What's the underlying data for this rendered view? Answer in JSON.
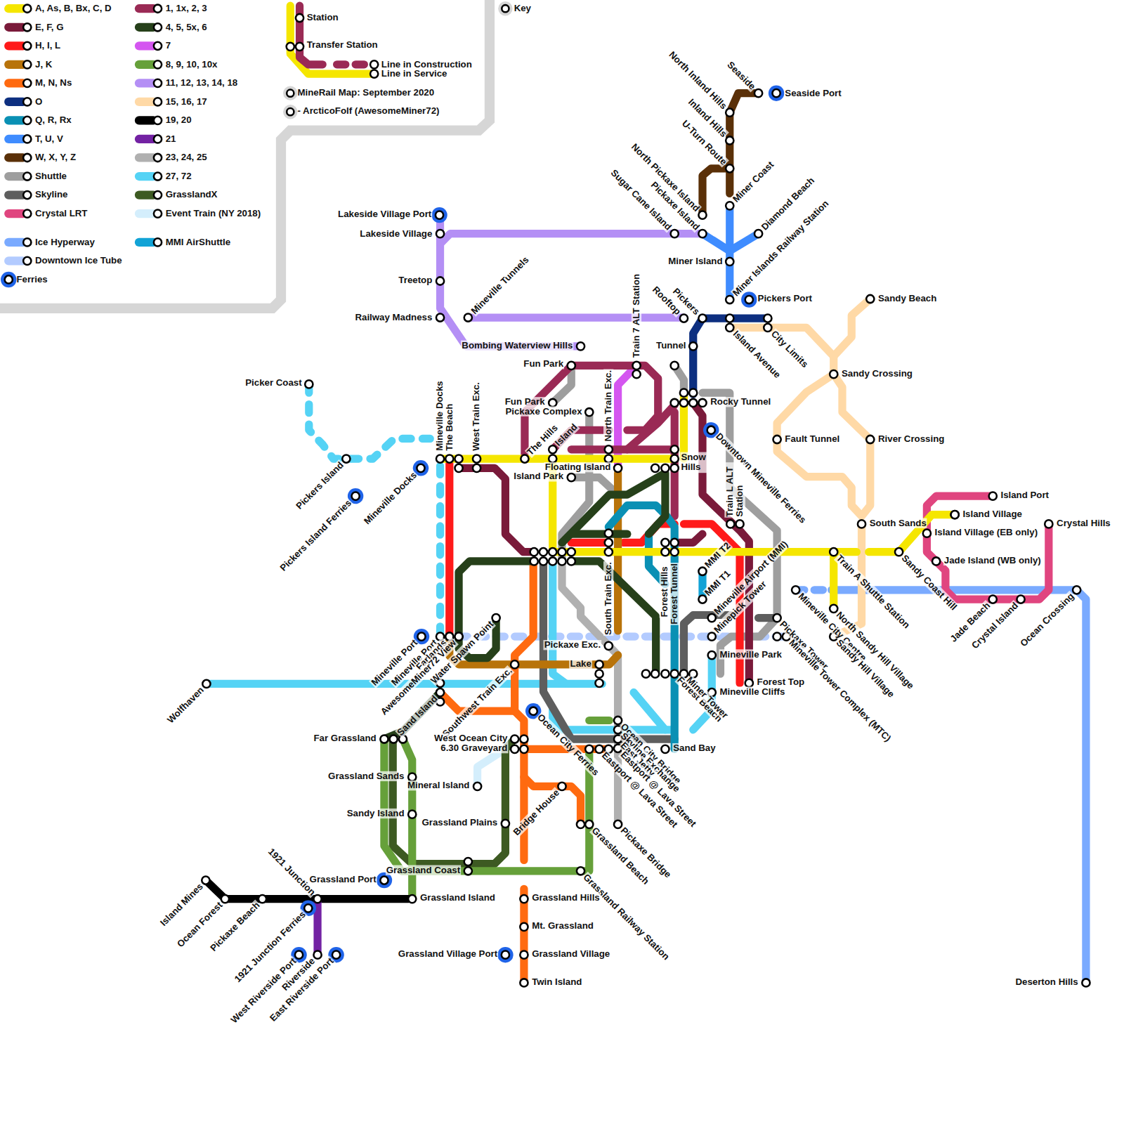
{
  "diagram": {
    "labels": [
      "Key",
      "Seaside",
      "North Inland Hills",
      "Seaside Port",
      "Inland Hills",
      "U-Turn Route",
      "Miner Coast",
      "North Pickaxe Island",
      "Lakeside Village Port",
      "Sugar Cane Island",
      "Pickaxe Island",
      "Diamond Beach",
      "Lakeside Village",
      "Miner Island",
      "Treetop",
      "Miner Islands Railway Station",
      "Pickers Port",
      "Sandy Beach",
      "Train 7 ALT Station",
      "Rooftop",
      "Pickers",
      "Railway Madness",
      "Mineville Tunnels",
      "Island Avenue",
      "City Limits",
      "Tunnel",
      "Bombing Waterview Hills",
      "Fun Park",
      "Sandy Crossing",
      "Picker Coast",
      "Fun Park",
      "Rocky Tunnel",
      "Pickaxe Complex",
      "Mineville Docks",
      "The Beach",
      "West Train Exc.",
      "The Hills",
      "Island",
      "North Train Exc.",
      "Downtown Mineville Ferries",
      "Fault Tunnel",
      "River Crossing",
      "Pickers Island",
      "Snow Hills",
      "Mineville Docks",
      "Floating Island",
      "Island Park",
      "Island Port",
      "Pickers Island Ferries",
      "Island Village",
      "Train L ALT Station",
      "South Sands",
      "Crystal Hills",
      "Island Village (EB only)",
      "Forest Hills",
      "Forest Tunnel",
      "South Train Exc.",
      "MMI T2",
      "Train A Shuttle Station",
      "Sandy Coast Hill",
      "Jade Island (WB only)",
      "MMI T1",
      "Crystal Island",
      "Jade Beach",
      "Ocean Crossing",
      "Mineville City Centre",
      "Mineville Airport (MMI)",
      "North Sandy Hill Village",
      "Water Spawn Point",
      "Pickaxe Tower",
      "Minepick Tower",
      "Mineville Port",
      "Mineville Port",
      "Farlands",
      "AwesomeMiner72 View",
      "Sandy Hill Village",
      "Mineville Tower Complex (MTC)",
      "Pickaxe Exc.",
      "Mineville Park",
      "Lake",
      "Southwest Train Exc.",
      "Forest Beach",
      "Miner Tower",
      "Forest Top",
      "Wolfhaven",
      "Mineville Cliffs",
      "Sand Island",
      "Ocean City Ferries",
      "Ocean City Bridge",
      "Skyline Exchange",
      "Far Grassland",
      "West Ocean City",
      "East Jetty",
      "6.30 Graveyard",
      "Eastport @ Lava Street",
      "Eastport @ Lava Street",
      "Sand Bay",
      "Grassland Sands",
      "Mineral Island",
      "Bridge House",
      "Sandy Island",
      "Grassland Plains",
      "Grassland Beach",
      "Pickaxe Bridge",
      "Grassland Coast",
      "Grassland Railway Station",
      "Grassland Port",
      "Island Mines",
      "1921 Junction",
      "Grassland Island",
      "Grassland Hills",
      "Ocean Forest",
      "Pickaxe Beach",
      "1921 Junction Ferries",
      "Mt. Grassland",
      "Grassland Village Port",
      "Grassland Village",
      "West Riverside Port",
      "Riverside",
      "East Riverside Port",
      "Twin Island",
      "Deserton Hills"
    ],
    "legend": [
      {
        "text": "A, As, B, Bx, C, D",
        "color": "#f5e600"
      },
      {
        "text": "E, F, G",
        "color": "#7a1a3a"
      },
      {
        "text": "H, I, L",
        "color": "#ff1a1a"
      },
      {
        "text": "J, K",
        "color": "#b8730a"
      },
      {
        "text": "M, N, Ns",
        "color": "#ff6a10"
      },
      {
        "text": "O",
        "color": "#0d2f80"
      },
      {
        "text": "Q, R, Rx",
        "color": "#0a90b4"
      },
      {
        "text": "T, U, V",
        "color": "#3f8cff"
      },
      {
        "text": "W, X, Y, Z",
        "color": "#5a3008"
      },
      {
        "text": "Shuttle",
        "color": "#9e9e9e"
      },
      {
        "text": "Skyline",
        "color": "#5e5e5e"
      },
      {
        "text": "Crystal LRT",
        "color": "#e0457f"
      },
      {
        "text": "Ice Hyperway",
        "color": "#7aaaff"
      },
      {
        "text": "Downtown Ice Tube",
        "color": "#b3cbff"
      },
      {
        "text": "Ferries"
      },
      {
        "text": "1, 1x, 2, 3",
        "color": "#9a2a55"
      },
      {
        "text": "4, 5, 5x, 6",
        "color": "#26401a"
      },
      {
        "text": "7",
        "color": "#d456f0"
      },
      {
        "text": "8, 9, 10, 10x",
        "color": "#66a03a"
      },
      {
        "text": "11, 12, 13, 14, 18",
        "color": "#b48ff5"
      },
      {
        "text": "15, 16, 17",
        "color": "#ffd9a6"
      },
      {
        "text": "19, 20",
        "color": "#000000"
      },
      {
        "text": "21",
        "color": "#7322a3"
      },
      {
        "text": "23, 24, 25",
        "color": "#b0b0b0"
      },
      {
        "text": "27, 72",
        "color": "#55d3f5"
      },
      {
        "text": "GrasslandX",
        "color": "#3d5a22"
      },
      {
        "text": "Event Train (NY 2018)",
        "color": "#d4eefc"
      },
      {
        "text": "MMI AirShuttle",
        "color": "#12a3d6"
      },
      {
        "text": "Station"
      },
      {
        "text": "Transfer Station"
      },
      {
        "text": "Line in Construction"
      },
      {
        "text": "Line in Service"
      },
      {
        "text": "MineRail Map: September 2020"
      },
      {
        "text": "- ArcticoFolf (AwesomeMiner72)"
      }
    ]
  }
}
